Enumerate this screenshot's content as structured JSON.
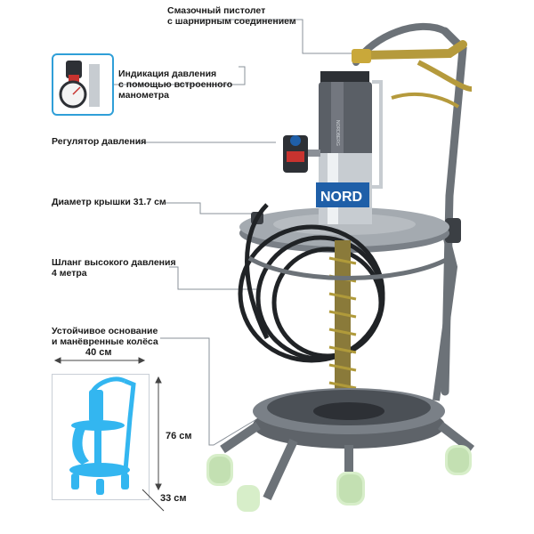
{
  "labels": {
    "grease_gun": [
      "Смазочный пистолет",
      "с шарнирным соединением"
    ],
    "pressure_indicator": [
      "Индикация давления",
      "с помощью встроенного",
      "манометра"
    ],
    "pressure_regulator": "Регулятор давления",
    "lid_diameter": "Диаметр крышки 31.7 см",
    "high_pressure_hose": [
      "Шланг высокого давления",
      "4 метра"
    ],
    "stable_base": [
      "Устойчивое основание",
      "и манёвренные колёса"
    ]
  },
  "dimensions": {
    "width": "40 см",
    "height": "76 см",
    "depth": "33 см"
  },
  "brand_text": "NORDBERG",
  "brand_short": "NORD",
  "colors": {
    "accent": "#2f9fd8",
    "frame": "#6c7278",
    "silhouette": "#33b6f0"
  }
}
